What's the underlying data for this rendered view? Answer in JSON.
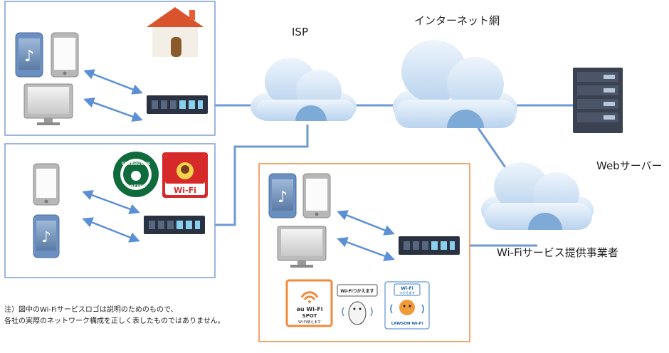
{
  "labels": {
    "isp": "ISP",
    "internet": "インターネット網",
    "web_server": "Webサーバー",
    "wifi_provider": "Wi-Fiサービス提供事業者"
  },
  "note": {
    "line1": "注）図中のWi-Fiサービスロゴは説明のためのもので、",
    "line2": "各社の実際のネットワーク構成を正しく表したものではありません。"
  },
  "logos": {
    "starbucks_top": "STARBUCKS",
    "starbucks_bottom": "COFFEE",
    "mos_wifi": "Wi-Fi",
    "au_line1": "au Wi-Fi",
    "au_line2": "SPOT",
    "au_line3": "Wi-Fi使えます",
    "softbank_tag": "Wi-Fiつかえます",
    "lawson_top1": "Wi-Fi",
    "lawson_top2": "つかえます",
    "lawson_bottom": "LAWSON Wi-Fi"
  },
  "colors": {
    "box_border_blue": "#7b9fd4",
    "box_border_orange": "#f08a3c",
    "link_line": "#5b8fd6",
    "cloud_light": "#d6e6f5",
    "cloud_dark": "#7eaad8",
    "router": "#2a3140",
    "server": "#3a4150"
  }
}
